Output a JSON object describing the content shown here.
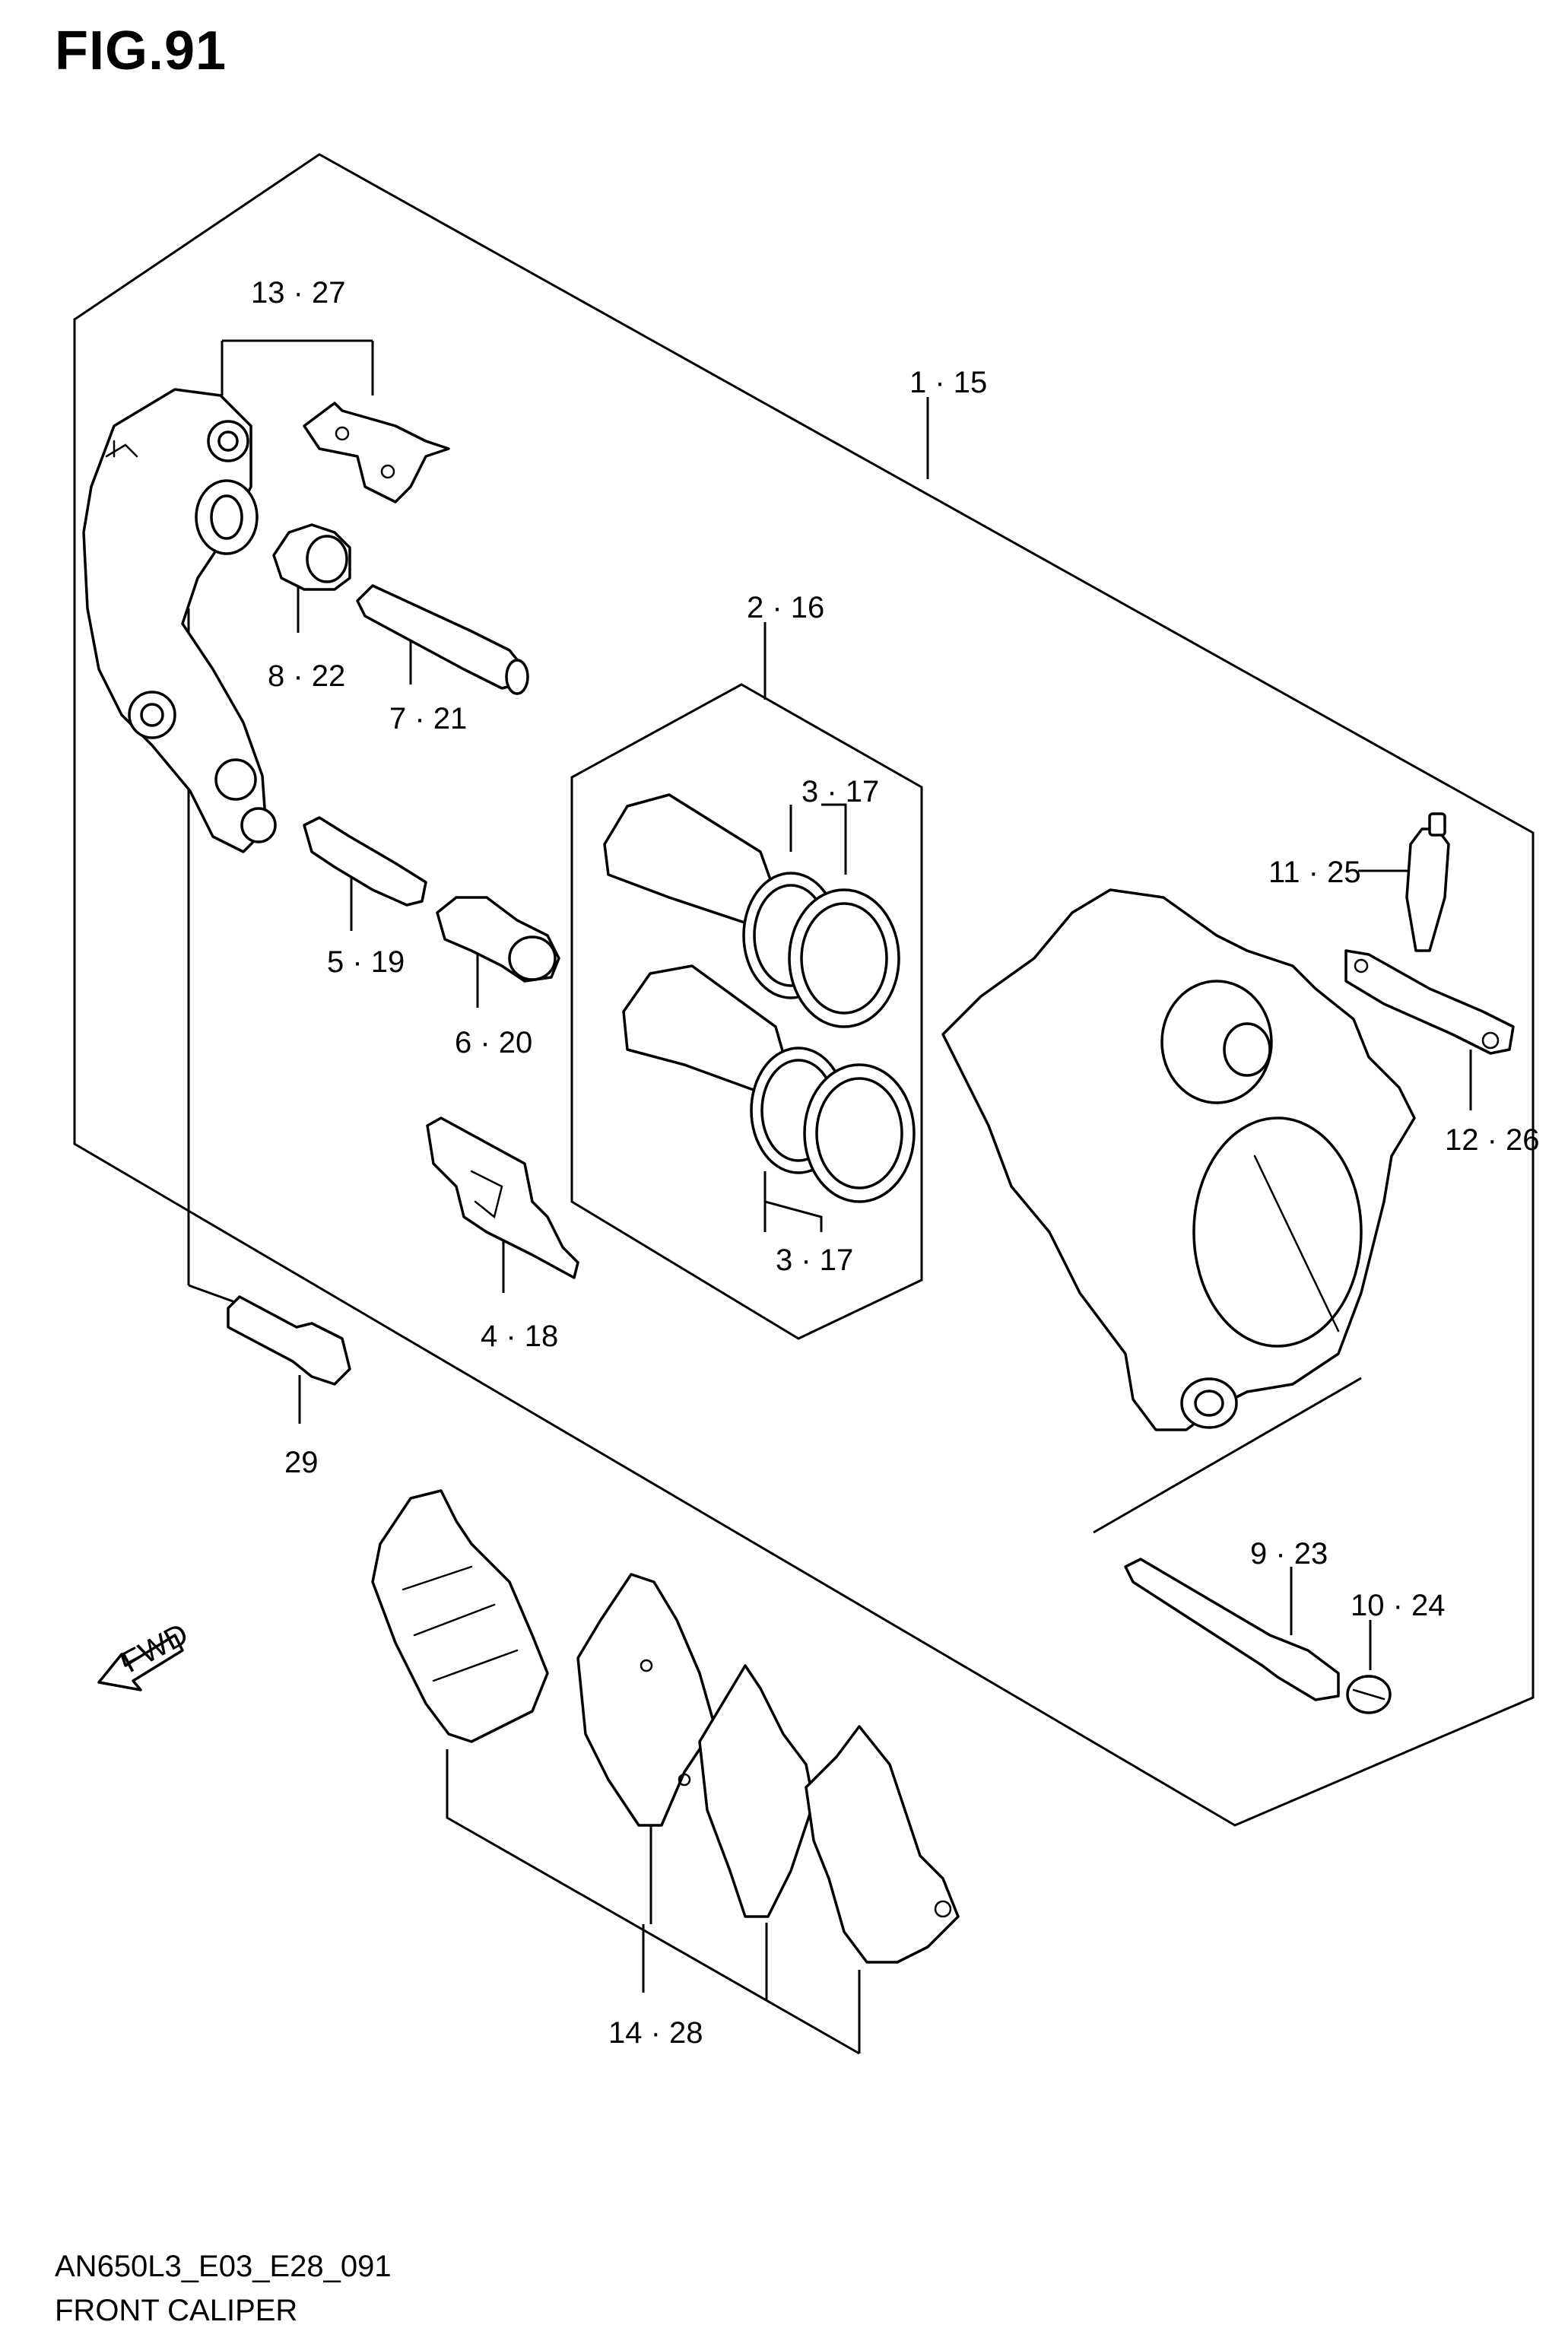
{
  "figure": {
    "title": "FIG.91",
    "code": "AN650L3_E03_E28_091",
    "name": "FRONT CALIPER"
  },
  "callouts": {
    "c_13_27": "13 · 27",
    "c_1_15": "1 · 15",
    "c_2_16": "2 · 16",
    "c_8_22": "8 · 22",
    "c_7_21": "7 · 21",
    "c_3_17_top": "3 · 17",
    "c_3_17_bottom": "3 · 17",
    "c_5_19": "5 · 19",
    "c_6_20": "6 · 20",
    "c_4_18": "4 · 18",
    "c_11_25": "11 · 25",
    "c_12_26": "12 · 26",
    "c_29": "29",
    "c_9_23": "9 · 23",
    "c_10_24": "10 · 24",
    "c_14_28": "14 · 28"
  },
  "fwd_arrow_label": "FWD"
}
